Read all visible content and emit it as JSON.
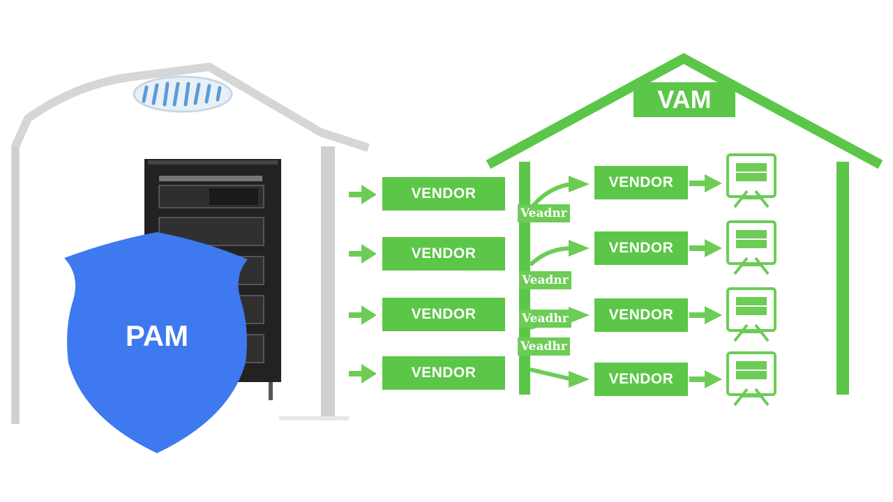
{
  "pam": {
    "label": "PAM"
  },
  "vam": {
    "label": "VAM"
  },
  "left_vendors": [
    {
      "label": "VENDOR"
    },
    {
      "label": "VENDOR"
    },
    {
      "label": "VENDOR"
    },
    {
      "label": "VENDOR"
    }
  ],
  "right_vendors": [
    {
      "label": "VENDOR"
    },
    {
      "label": "VENDOR"
    },
    {
      "label": "VENDOR"
    },
    {
      "label": "VENDOR"
    }
  ],
  "small_vendor_labels": [
    {
      "label": "Veadnr"
    },
    {
      "label": "Veadnr"
    },
    {
      "label": "Veadhr"
    },
    {
      "label": "Veadhr"
    }
  ],
  "colors": {
    "pam_shield": "#3f79ef",
    "vam_green": "#5cc648",
    "house_gray": "#d9d9d9",
    "server_dark": "#1e1e1e",
    "cloud_blue": "#5b9bd6"
  },
  "icons": [
    "shield-icon",
    "server-rack-icon",
    "cloud-icon",
    "house-outline-icon",
    "arrow-right-icon",
    "certificate-icon"
  ]
}
